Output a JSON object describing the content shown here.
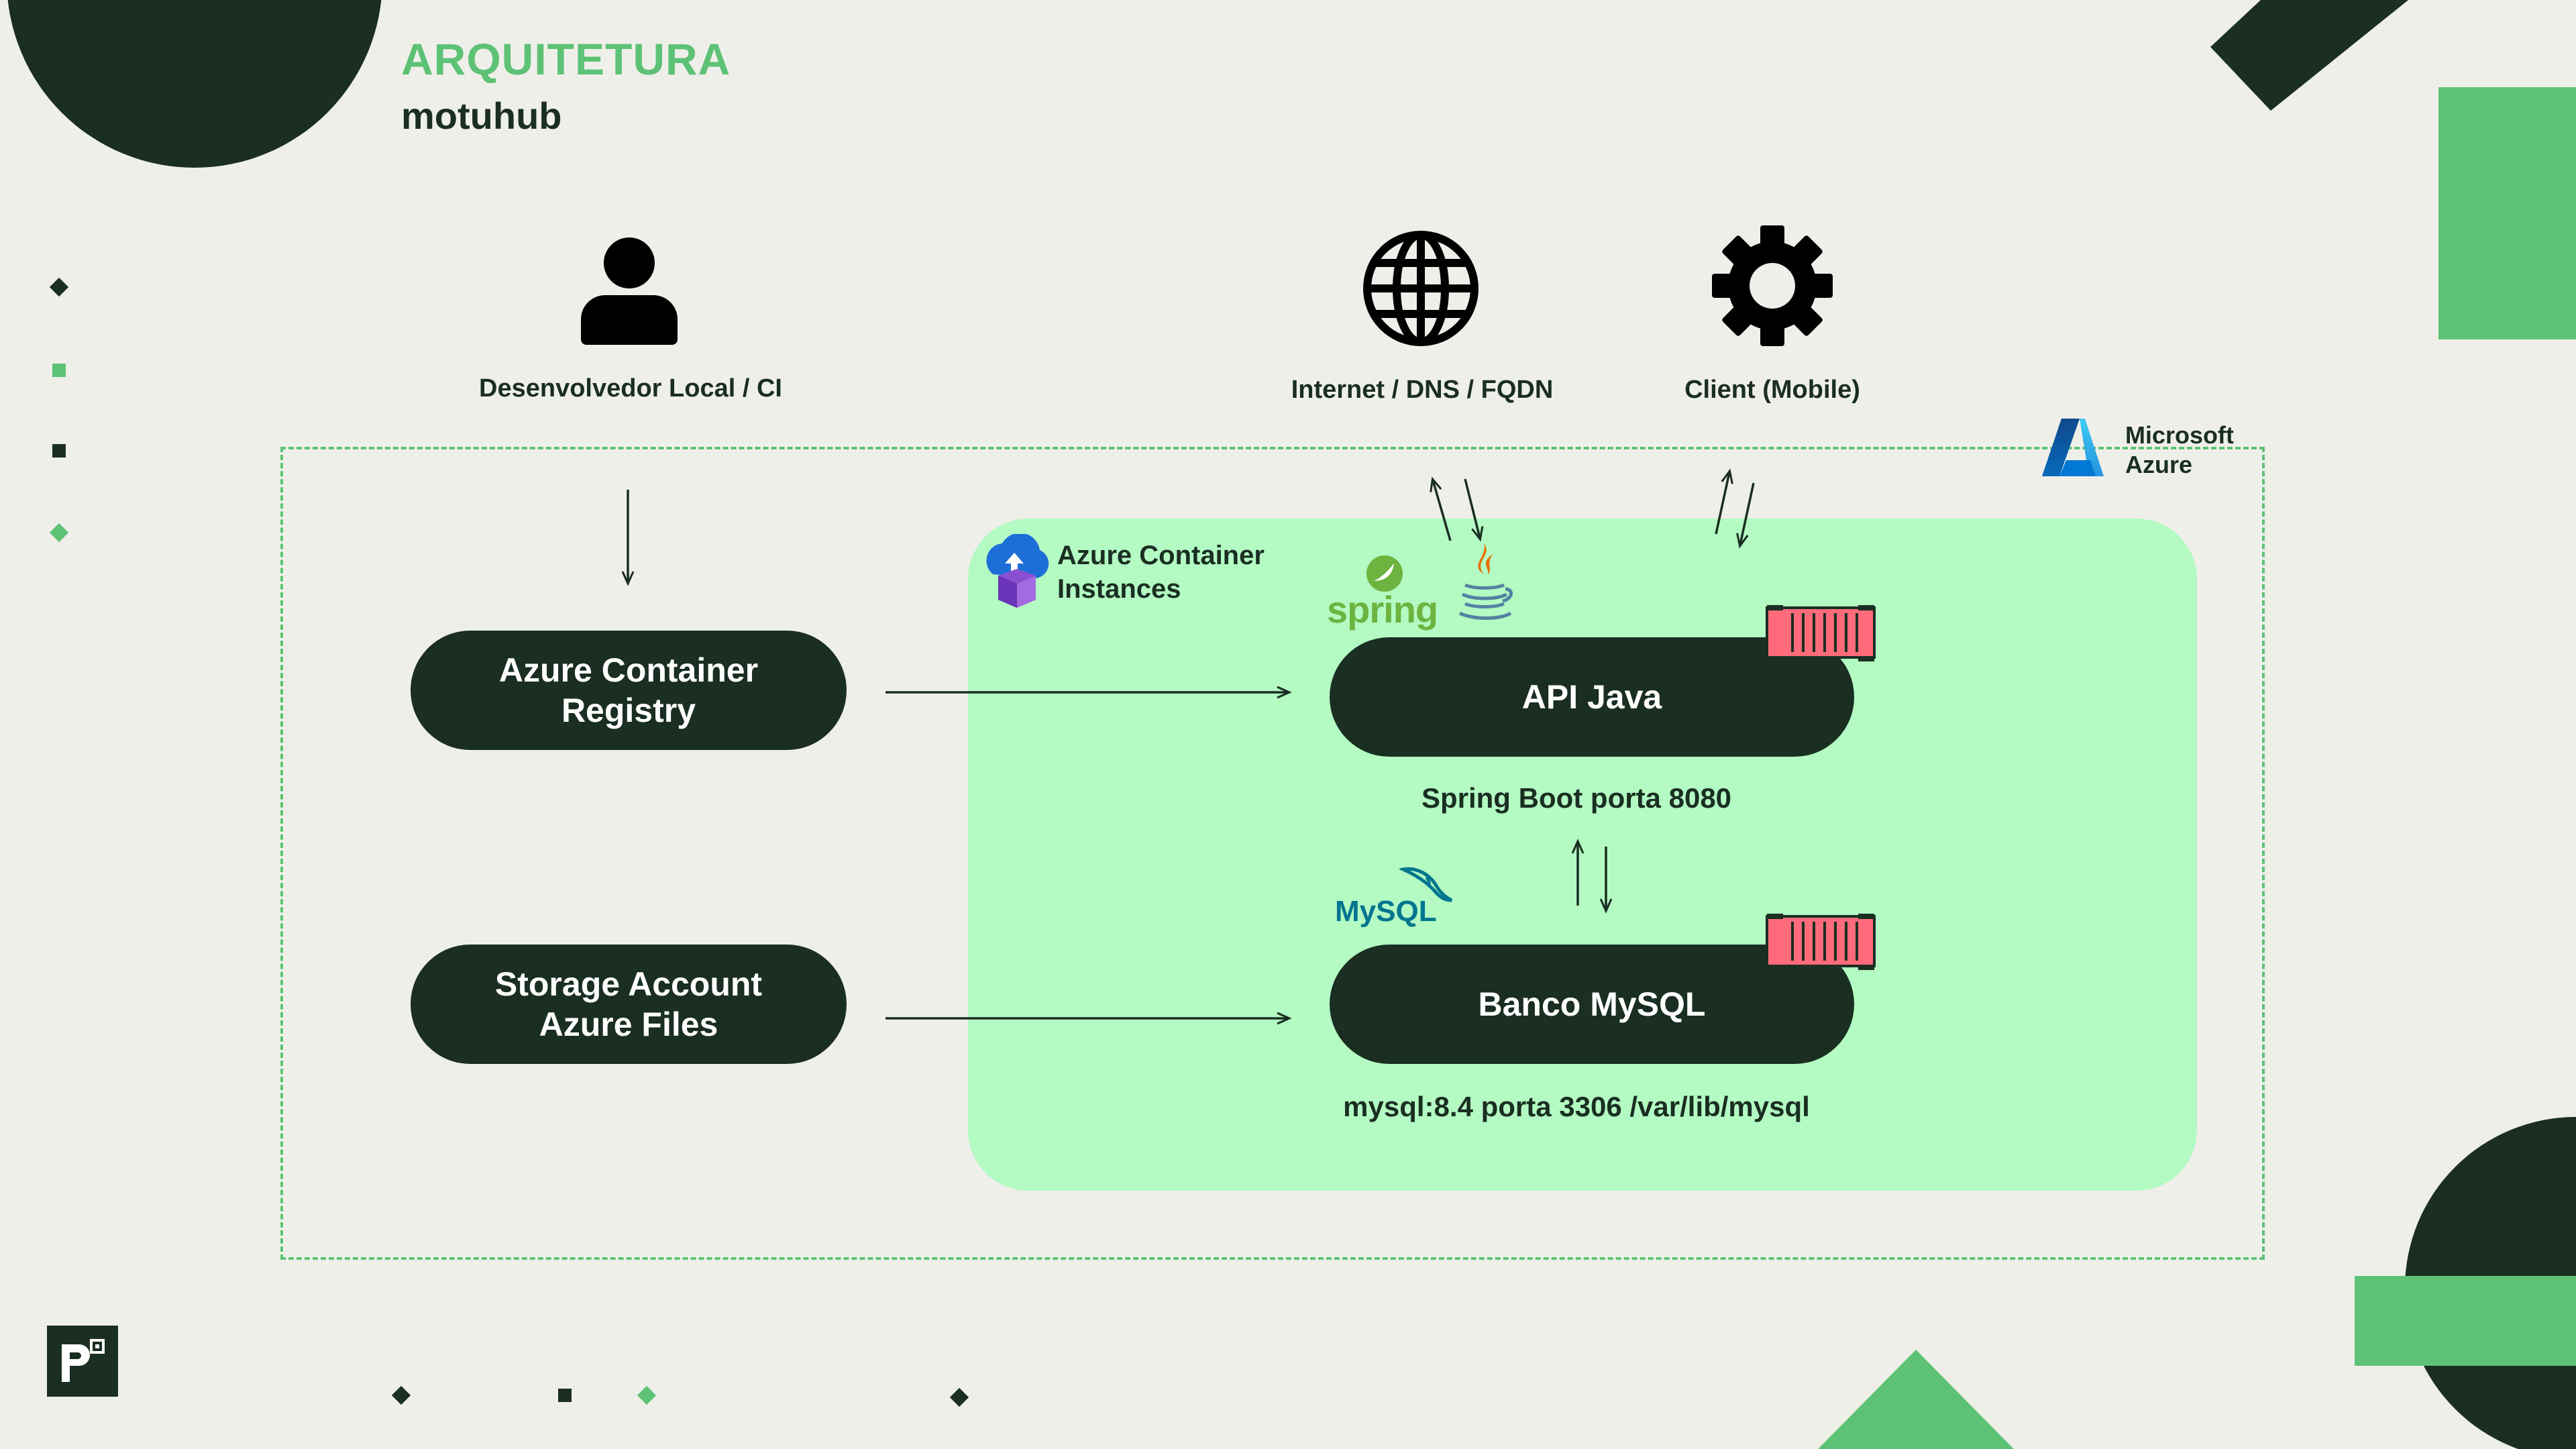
{
  "header": {
    "title": "ARQUITETURA",
    "subtitle": "motuhub"
  },
  "actors": {
    "developer": "Desenvolvedor Local / CI",
    "internet": "Internet / DNS / FQDN",
    "client": "Client (Mobile)"
  },
  "cloud": {
    "provider_line1": "Microsoft",
    "provider_line2": "Azure",
    "aci_line1": "Azure Container",
    "aci_line2": "Instances"
  },
  "nodes": {
    "registry_line1": "Azure Container",
    "registry_line2": "Registry",
    "storage_line1": "Storage Account",
    "storage_line2": "Azure Files",
    "api": "API Java",
    "api_caption": "Spring Boot porta 8080",
    "db": "Banco MySQL",
    "db_caption": "mysql:8.4 porta 3306 /var/lib/mysql"
  },
  "logos": {
    "spring": "spring",
    "mysql": "MySQL"
  },
  "colors": {
    "accent_green": "#5dc275",
    "dark": "#1a2e22",
    "aci_zone": "#b3fac3",
    "container_pink": "#ff6b7a",
    "background": "#efefea"
  },
  "icons": [
    "person-icon",
    "globe-icon",
    "gear-icon",
    "azure-logo-icon",
    "aci-icon",
    "spring-logo-icon",
    "java-logo-icon",
    "mysql-logo-icon",
    "container-icon",
    "brand-p-icon"
  ]
}
